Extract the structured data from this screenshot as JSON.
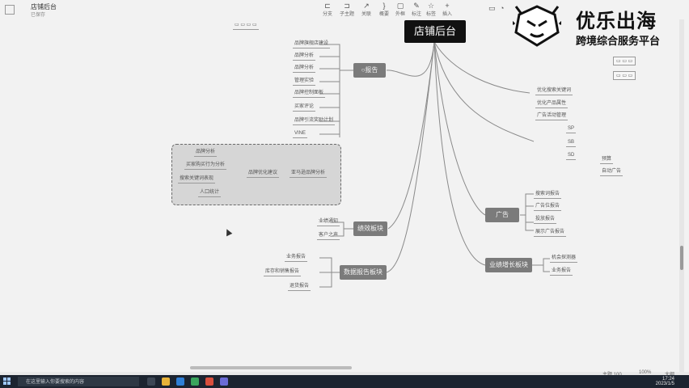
{
  "app": {
    "doc_title": "店铺后台",
    "doc_subtitle": "已保存"
  },
  "toolbar": {
    "items": [
      {
        "label": "分支",
        "icon": "branch-icon"
      },
      {
        "label": "子主题",
        "icon": "subtopic-icon"
      },
      {
        "label": "关联",
        "icon": "link-icon"
      },
      {
        "label": "概要",
        "icon": "summary-icon"
      },
      {
        "label": "外框",
        "icon": "frame-icon"
      },
      {
        "label": "标注",
        "icon": "note-icon"
      },
      {
        "label": "标签",
        "icon": "tag-icon"
      },
      {
        "label": "插入",
        "icon": "insert-icon"
      }
    ]
  },
  "watermark": {
    "title": "优乐出海",
    "subtitle": "跨境综合服务平台"
  },
  "map": {
    "root": "店铺后台",
    "branches": {
      "left1": "○报告",
      "left2": "绩效板块",
      "left3": "数据报告板块",
      "right1": "广告",
      "right2": "业绩增长板块"
    },
    "left1_leaves": [
      "品牌旗舰店建设",
      "品牌分析",
      "品牌分析",
      "管理实验",
      "品牌控制面板",
      "买家评论",
      "品牌引流奖励计划",
      "VINE"
    ],
    "dash_leaves": [
      "品牌分析",
      "买家购买行为分析",
      "搜索关键词表现",
      "人口统计",
      "品牌优化建议"
    ],
    "dash_mid": "亚马逊品牌分析",
    "left2_leaves": [
      "业绩通知",
      "客户之声"
    ],
    "left3_leaves": [
      "业务报告",
      "库存和销售报告",
      "退货报告"
    ],
    "right_top_leaves": [
      "优化搜索关键词",
      "优化产品属性",
      "广告活动管理",
      "SP",
      "SB",
      "SD",
      "预算",
      "自动广告"
    ],
    "right1_leaves": [
      "搜索词报告",
      "广告位报告",
      "投放报告",
      "展示广告报告"
    ],
    "right2_leaves": [
      "机会探测器",
      "业务报告"
    ]
  },
  "status": {
    "topic_count": "主题 100",
    "zoom": "100%",
    "mode": "大纲"
  },
  "taskbar": {
    "search_placeholder": "在这里输入你要搜索的内容",
    "time": "17:24",
    "date": "2023/1/5"
  }
}
